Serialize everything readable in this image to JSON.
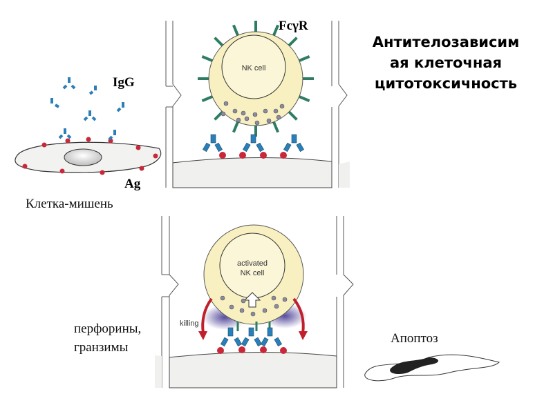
{
  "slide": {
    "title": "Антителозависимая клеточная цитотоксичность",
    "title_lines": [
      "Антителозависим",
      "ая клеточная",
      "цитотоксичность"
    ],
    "labels": {
      "igg": "IgG",
      "ag": "Ag",
      "fcgr": "FcγR",
      "target_cell": "Клетка-мишень",
      "perforins": "перфорины,",
      "granzymes": "гранзимы",
      "apoptosis": "Апоптоз",
      "nk_cell": "NK cell",
      "activated_1": "activated",
      "activated_2": "NK cell",
      "killing": "killing"
    },
    "colors": {
      "nk_cell": "#f8f0c0",
      "receptor": "#2e7d62",
      "antibody": "#2a7fb8",
      "antigen": "#c8283a",
      "granule": "#8c8aa0",
      "killing_arrow": "#c0202a"
    }
  }
}
